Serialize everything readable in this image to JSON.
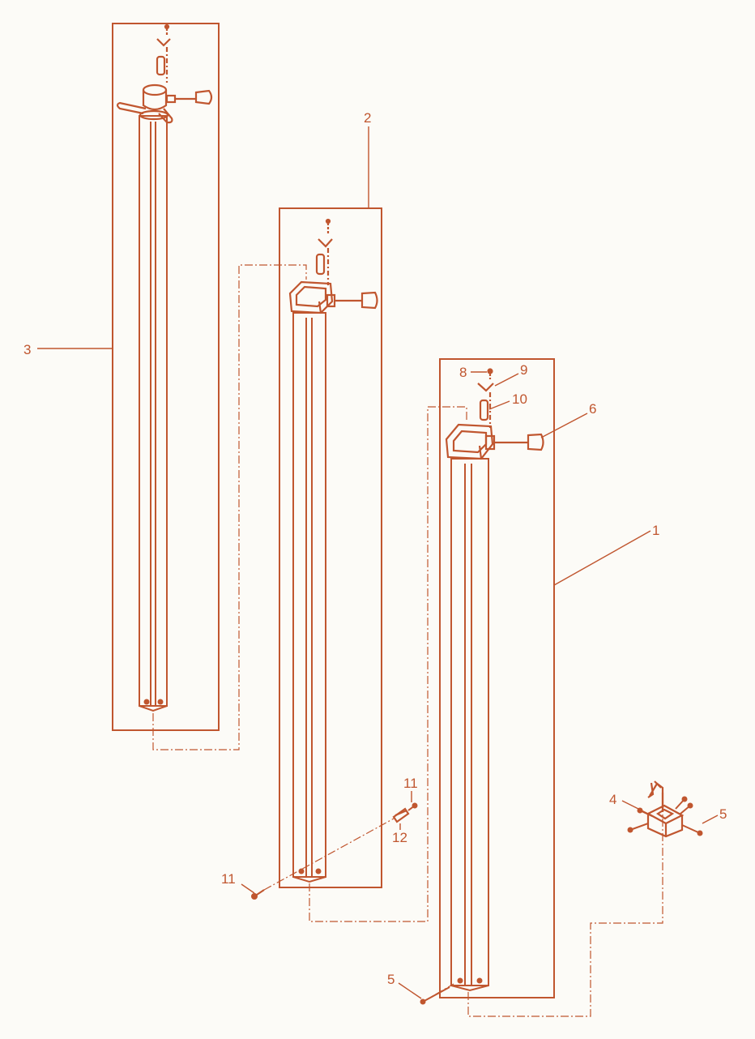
{
  "diagram": {
    "type": "exploded-parts-view",
    "line_color": "#c0562f",
    "background_color": "#fcfbf7",
    "callouts": {
      "part_1": "1",
      "part_2": "2",
      "part_3": "3",
      "part_4": "4",
      "part_5_left": "5",
      "part_5_right": "5",
      "part_6": "6",
      "part_8": "8",
      "part_9": "9",
      "part_10": "10",
      "part_11_top": "11",
      "part_11_left": "11",
      "part_12": "12"
    }
  }
}
